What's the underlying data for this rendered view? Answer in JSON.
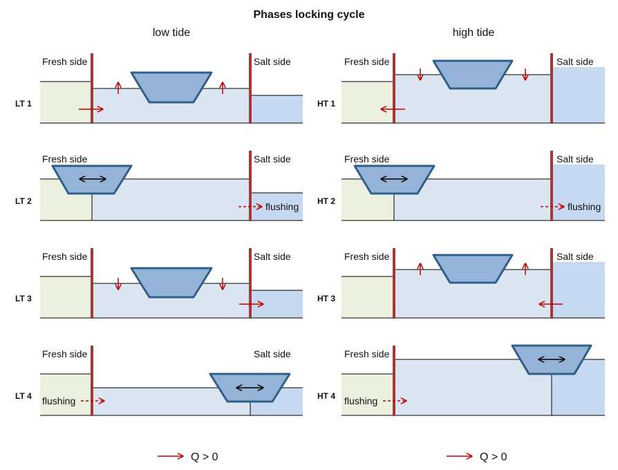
{
  "title": "Phases locking cycle",
  "columns": [
    {
      "label": "low tide"
    },
    {
      "label": "high tide"
    }
  ],
  "labels": {
    "fresh": "Fresh side",
    "salt": "Salt side",
    "flushing": "flushing",
    "legend": "Q > 0"
  },
  "phases": [
    {
      "code": "LT 1"
    },
    {
      "code": "LT 2"
    },
    {
      "code": "LT 3"
    },
    {
      "code": "LT 4"
    },
    {
      "code": "HT 1"
    },
    {
      "code": "HT 2"
    },
    {
      "code": "HT 3"
    },
    {
      "code": "HT 4"
    }
  ],
  "colors": {
    "fresh_water": "#EBF1DE",
    "lock_water": "#DCE6F2",
    "salt_water": "#C6D9F1",
    "gate": "#A33A3A",
    "ship_fill": "#95B3D7",
    "ship_stroke": "#2E5F8A",
    "flow_arrow": "#C00000"
  }
}
